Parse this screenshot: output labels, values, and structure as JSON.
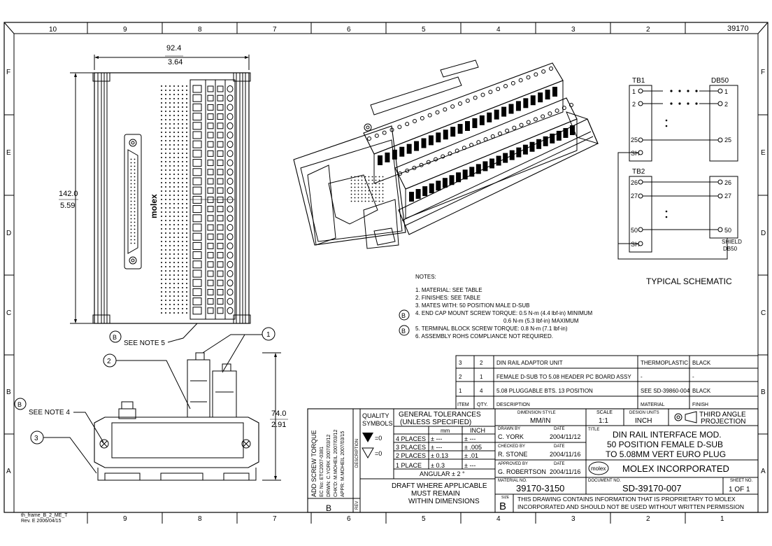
{
  "frame": {
    "cols": [
      "10",
      "9",
      "8",
      "7",
      "6",
      "5",
      "4",
      "3",
      "2",
      "1"
    ],
    "rows": [
      "F",
      "E",
      "D",
      "C",
      "B",
      "A"
    ],
    "drawing_no_top": "39170",
    "frame_note_1": "th_frame_B_2_ME_T",
    "frame_note_2": "Rev. E 2006/04/15"
  },
  "dims": {
    "width_mm": "92.4",
    "width_in": "3.64",
    "height_mm": "142.0",
    "height_in": "5.59",
    "side_mm": "74.0",
    "side_in": "2.91"
  },
  "front_view": {
    "logo": "molex"
  },
  "callouts": {
    "b_label": "B",
    "see_note_5": "SEE NOTE 5",
    "see_note_4": "SEE NOTE 4",
    "c1": "1",
    "c2": "2",
    "c3": "3"
  },
  "schematic": {
    "title": "TYPICAL SCHEMATIC",
    "tb1": "TB1",
    "tb2": "TB2",
    "db50": "DB50",
    "shield": "SHIELD",
    "shield_db": "DB50",
    "tb1_pins": [
      "1",
      "2",
      "25",
      "SH"
    ],
    "tb2_pins": [
      "26",
      "27",
      "50",
      "SH"
    ],
    "db_pins_top": [
      "1",
      "2",
      "25"
    ],
    "db_pins_bot": [
      "26",
      "27",
      "50"
    ]
  },
  "notes": {
    "heading": "NOTES:",
    "n1": "1. MATERIAL: SEE TABLE",
    "n2": "2. FINISHES: SEE TABLE",
    "n3": "3. MATES WITH: 50 POSITION MALE D-SUB",
    "n4a": "4. END CAP MOUNT SCREW TORQUE: 0.5 N-m (4.4 lbf-in) MINIMUM",
    "n4b": "0.6 N-m (5.3 lbf-in) MAXIMUM",
    "n5": "5. TERMINAL BLOCK SCREW TORQUE: 0.8 N-m (7.1 lbf-in)",
    "n6": "6. ASSEMBLY ROHS COMPLIANCE NOT REQUIRED."
  },
  "bom": {
    "headers": [
      "ITEM",
      "QTY.",
      "DESCRIPTION",
      "MATERIAL",
      "FINISH"
    ],
    "rows": [
      [
        "3",
        "2",
        "DIN RAIL ADAPTOR UNIT",
        "THERMOPLASTIC",
        "BLACK"
      ],
      [
        "2",
        "1",
        "FEMALE D-SUB TO 5.08 HEADER PC BOARD ASSY",
        "-",
        "-"
      ],
      [
        "1",
        "4",
        "5.08 PLUGGABLE BTS. 13 POSITION",
        "SEE SD-39860-004",
        "BLACK"
      ]
    ]
  },
  "revision": {
    "vertical_1": "ADD SCREW TORQUE",
    "vertical_2": "EC No: ETC2007-0381",
    "vertical_3": "DRWN: C.YORK   2007/03/12",
    "vertical_4": "CHK'D: M.MOHEIL  2007/03/12",
    "vertical_5": "APPR: M.MOHEIL  2007/03/15",
    "desc_label": "DESCRIPTION",
    "rev_label": "REV",
    "rev_letter": "B"
  },
  "title_block": {
    "quality": "QUALITY",
    "symbols": "SYMBOLS",
    "gen_tol_1": "GENERAL TOLERANCES",
    "gen_tol_2": "(UNLESS SPECIFIED)",
    "mm": "mm",
    "inch": "INCH",
    "tol_rows": [
      [
        "4 PLACES",
        "± ---",
        "± ---"
      ],
      [
        "3 PLACES",
        "± ---",
        "± .005"
      ],
      [
        "2 PLACES",
        "± 0.13",
        "± .01"
      ],
      [
        "1 PLACE",
        "± 0.3",
        "± ---"
      ]
    ],
    "angular": "ANGULAR ± 2 °",
    "draft_1": "DRAFT WHERE APPLICABLE",
    "draft_2": "MUST REMAIN",
    "draft_3": "WITHIN DIMENSIONS",
    "dim_style_lbl": "DIMENSION STYLE",
    "dim_style": "MM/IN",
    "scale_lbl": "SCALE",
    "scale": "1:1",
    "design_units_lbl": "DESIGN UNITS",
    "design_units": "INCH",
    "projection_1": "THIRD ANGLE",
    "projection_2": "PROJECTION",
    "drawn_by_lbl": "DRAWN BY",
    "drawn_by": "C. YORK",
    "drawn_date": "2004/11/12",
    "checked_by_lbl": "CHECKED BY",
    "checked_by": "R. STONE",
    "checked_date": "2004/11/16",
    "approved_by_lbl": "APPROVED BY",
    "approved_by": "G. ROBERTSON",
    "approved_date": "2004/11/16",
    "date_lbl": "DATE",
    "title_lbl": "TITLE",
    "title_1": "DIN RAIL INTERFACE MOD.",
    "title_2": "50 POSITION FEMALE D-SUB",
    "title_3": "TO 5.08MM VERT EURO PLUG",
    "company": "MOLEX INCORPORATED",
    "company_logo": "molex",
    "material_no_lbl": "MATERIAL NO.",
    "material_no": "39170-3150",
    "document_no_lbl": "DOCUMENT NO.",
    "document_no": "SD-39170-007",
    "sheet_no_lbl": "SHEET NO.",
    "sheet_no": "1 OF 1",
    "size_lbl": "SIZE",
    "size": "B",
    "prop_1": "THIS DRAWING CONTAINS INFORMATION THAT IS PROPRIETARY TO MOLEX",
    "prop_2": "INCORPORATED AND SHOULD NOT BE USED WITHOUT WRITTEN PERMISSION",
    "qs1": "=0",
    "qs2": "=0"
  }
}
